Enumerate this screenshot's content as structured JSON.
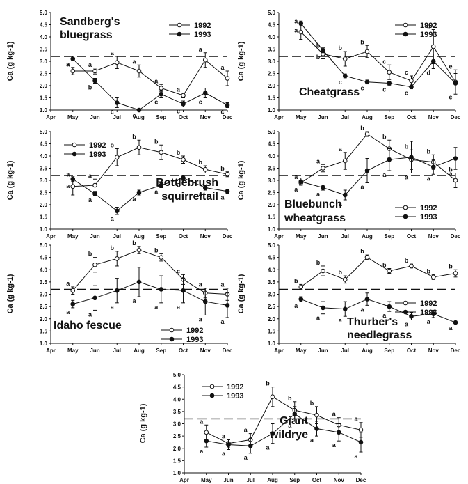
{
  "chart_data": [
    {
      "type": "line",
      "title": [
        "Sandberg's",
        "bluegrass"
      ],
      "ylabel": "Ca (g kg-1)",
      "ylim": [
        1.0,
        5.0
      ],
      "yticks": [
        "1.0",
        "1.5",
        "2.0",
        "2.5",
        "3.0",
        "3.5",
        "4.0",
        "4.5",
        "5.0"
      ],
      "months": [
        "Apr",
        "May",
        "Jun",
        "Jul",
        "Aug",
        "Sep",
        "Oct",
        "Nov",
        "Dec"
      ],
      "reference_line": 3.2,
      "legend_labels": [
        "1992",
        "1993"
      ],
      "series": [
        {
          "name": "1992",
          "marker": "open",
          "values": [
            2.6,
            2.6,
            2.95,
            2.6,
            1.9,
            1.6,
            3.05,
            2.3
          ],
          "errors": [
            0.15,
            0.12,
            0.25,
            0.25,
            0.15,
            0.1,
            0.3,
            0.3
          ],
          "labels": [
            "a",
            "a",
            "a",
            "a",
            "a",
            "a",
            "a",
            "a"
          ]
        },
        {
          "name": "1993",
          "marker": "filled",
          "values": [
            3.1,
            2.2,
            1.3,
            1.0,
            1.65,
            1.25,
            1.7,
            1.2
          ],
          "errors": [
            0.05,
            0.1,
            0.2,
            0.05,
            0.15,
            0.12,
            0.2,
            0.1
          ],
          "labels": [
            "a",
            "b",
            "c",
            "c",
            "c",
            "c",
            "c",
            "c"
          ]
        }
      ]
    },
    {
      "type": "line",
      "title": [
        "Cheatgrass"
      ],
      "ylabel": "Ca (g kg-1)",
      "ylim": [
        1.0,
        5.0
      ],
      "yticks": [
        "1.0",
        "1.5",
        "2.0",
        "2.5",
        "3.0",
        "3.5",
        "4.0",
        "4.5",
        "5.0"
      ],
      "months": [
        "Apr",
        "May",
        "Jun",
        "Jul",
        "Aug",
        "Sep",
        "Oct",
        "Nov",
        "Dec"
      ],
      "reference_line": 3.2,
      "legend_labels": [
        "1992",
        "1993"
      ],
      "series": [
        {
          "name": "1992",
          "marker": "open",
          "values": [
            4.2,
            3.3,
            3.1,
            3.4,
            2.55,
            2.2,
            3.6,
            2.15
          ],
          "errors": [
            0.3,
            0.2,
            0.3,
            0.25,
            0.3,
            0.2,
            0.7,
            0.5
          ],
          "labels": [
            "a",
            "b",
            "b",
            "b",
            "c",
            "c",
            "d",
            "e"
          ]
        },
        {
          "name": "1993",
          "marker": "filled",
          "values": [
            4.55,
            3.45,
            2.4,
            2.15,
            2.1,
            1.95,
            3.0,
            2.1
          ],
          "errors": [
            0.1,
            0.1,
            0.08,
            0.08,
            0.08,
            0.08,
            0.3,
            0.4
          ],
          "labels": [
            "a",
            "b",
            "c",
            "c",
            "c",
            "c",
            "d",
            "e"
          ]
        }
      ]
    },
    {
      "type": "line",
      "title": [
        "Bottlebrush",
        "squirreltail"
      ],
      "ylabel": "Ca (g kg-1)",
      "ylim": [
        1.0,
        5.0
      ],
      "yticks": [
        "1.0",
        "1.5",
        "2.0",
        "2.5",
        "3.0",
        "3.5",
        "4.0",
        "4.5",
        "5.0"
      ],
      "months": [
        "Apr",
        "May",
        "Jun",
        "Jul",
        "Aug",
        "Sep",
        "Oct",
        "Nov",
        "Dec"
      ],
      "reference_line": 3.2,
      "legend_labels": [
        "1992",
        "1993"
      ],
      "series": [
        {
          "name": "1992",
          "marker": "open",
          "values": [
            2.75,
            2.8,
            3.95,
            4.35,
            4.15,
            3.85,
            3.45,
            3.25
          ],
          "errors": [
            0.35,
            0.25,
            0.35,
            0.3,
            0.3,
            0.15,
            0.15,
            0.1
          ],
          "labels": [
            "a",
            "a",
            "b",
            "b",
            "b",
            "b",
            "b",
            "b"
          ]
        },
        {
          "name": "1993",
          "marker": "filled",
          "values": [
            3.05,
            2.45,
            1.75,
            2.5,
            2.8,
            3.1,
            2.7,
            2.55
          ],
          "errors": [
            0.1,
            0.08,
            0.15,
            0.1,
            0.1,
            0.1,
            0.1,
            0.08
          ],
          "labels": [
            "a",
            "a",
            "a",
            "a",
            "a",
            "a",
            "a",
            "a"
          ]
        }
      ]
    },
    {
      "type": "line",
      "title": [
        "Bluebunch",
        "wheatgrass"
      ],
      "ylabel": "Ca (g kg-1)",
      "ylim": [
        1.0,
        5.0
      ],
      "yticks": [
        "1.0",
        "1.5",
        "2.0",
        "2.5",
        "3.0",
        "3.5",
        "4.0",
        "4.5",
        "5.0"
      ],
      "months": [
        "Apr",
        "May",
        "Jun",
        "Jul",
        "Aug",
        "Sep",
        "Oct",
        "Nov",
        "Dec"
      ],
      "reference_line": 3.2,
      "legend_labels": [
        "1992",
        "1993"
      ],
      "series": [
        {
          "name": "1992",
          "marker": "open",
          "values": [
            2.9,
            3.5,
            3.8,
            4.9,
            4.3,
            3.85,
            3.75,
            3.0
          ],
          "errors": [
            0.1,
            0.15,
            0.35,
            0.1,
            0.35,
            0.4,
            0.3,
            0.3
          ],
          "labels": [
            "a",
            "a",
            "a",
            "b",
            "b",
            "b",
            "b",
            "b"
          ]
        },
        {
          "name": "1993",
          "marker": "filled",
          "values": [
            2.95,
            2.7,
            2.4,
            3.4,
            3.85,
            3.95,
            3.55,
            3.9
          ],
          "errors": [
            0.15,
            0.1,
            0.2,
            0.5,
            0.45,
            0.65,
            0.3,
            0.45
          ],
          "labels": [
            "a",
            "a",
            "a",
            "a",
            "a",
            "a",
            "a",
            "a"
          ]
        }
      ]
    },
    {
      "type": "line",
      "title": [
        "Idaho fescue"
      ],
      "ylabel": "Ca (g kg-1)",
      "ylim": [
        1.0,
        5.0
      ],
      "yticks": [
        "1.0",
        "1.5",
        "2.0",
        "2.5",
        "3.0",
        "3.5",
        "4.0",
        "4.5",
        "5.0"
      ],
      "months": [
        "Apr",
        "May",
        "Jun",
        "Jul",
        "Aug",
        "Sep",
        "Oct",
        "Nov",
        "Dec"
      ],
      "reference_line": 3.2,
      "legend_labels": [
        "1992",
        "1993"
      ],
      "series": [
        {
          "name": "1992",
          "marker": "open",
          "values": [
            3.15,
            4.2,
            4.45,
            4.8,
            4.5,
            3.6,
            3.05,
            3.0
          ],
          "errors": [
            0.15,
            0.3,
            0.3,
            0.15,
            0.15,
            0.2,
            0.2,
            0.25
          ],
          "labels": [
            "a",
            "b",
            "b",
            "b",
            "b",
            "c",
            "a",
            "a"
          ]
        },
        {
          "name": "1993",
          "marker": "filled",
          "values": [
            2.6,
            2.85,
            3.15,
            3.5,
            3.2,
            3.15,
            2.7,
            2.55
          ],
          "errors": [
            0.15,
            0.5,
            0.5,
            0.6,
            0.55,
            0.5,
            0.55,
            0.5
          ],
          "labels": [
            "a",
            "a",
            "a",
            "a",
            "a",
            "a",
            "a",
            "a"
          ]
        }
      ]
    },
    {
      "type": "line",
      "title": [
        "Thurber's",
        "needlegrass"
      ],
      "ylabel": "Ca (g kg-1)",
      "ylim": [
        1.0,
        5.0
      ],
      "yticks": [
        "1.0",
        "1.5",
        "2.0",
        "2.5",
        "3.0",
        "3.5",
        "4.0",
        "4.5",
        "5.0"
      ],
      "months": [
        "Apr",
        "May",
        "Jun",
        "Jul",
        "Aug",
        "Sep",
        "Oct",
        "Nov",
        "Dec"
      ],
      "reference_line": 3.2,
      "legend_labels": [
        "1992",
        "1993"
      ],
      "series": [
        {
          "name": "1992",
          "marker": "open",
          "values": [
            3.3,
            3.95,
            3.6,
            4.5,
            3.95,
            4.15,
            3.7,
            3.85
          ],
          "errors": [
            0.1,
            0.2,
            0.15,
            0.1,
            0.1,
            0.08,
            0.1,
            0.15
          ],
          "labels": [
            "b",
            "b",
            "b",
            "b",
            "b",
            "b",
            "b",
            "b"
          ]
        },
        {
          "name": "1993",
          "marker": "filled",
          "values": [
            2.8,
            2.45,
            2.4,
            2.8,
            2.5,
            2.1,
            2.2,
            1.85
          ],
          "errors": [
            0.1,
            0.25,
            0.3,
            0.25,
            0.2,
            0.15,
            0.15,
            0.05
          ],
          "labels": [
            "a",
            "a",
            "a",
            "a",
            "a",
            "a",
            "a",
            "a"
          ]
        }
      ]
    },
    {
      "type": "line",
      "title": [
        "Giant",
        "wildrye"
      ],
      "ylabel": "Ca (g kg-1)",
      "ylim": [
        1.0,
        5.0
      ],
      "yticks": [
        "1.0",
        "1.5",
        "2.0",
        "2.5",
        "3.0",
        "3.5",
        "4.0",
        "4.5",
        "5.0"
      ],
      "months": [
        "Apr",
        "May",
        "Jun",
        "Jul",
        "Aug",
        "Sep",
        "Oct",
        "Nov",
        "Dec"
      ],
      "reference_line": 3.2,
      "legend_labels": [
        "1992",
        "1993"
      ],
      "series": [
        {
          "name": "1992",
          "marker": "open",
          "values": [
            2.65,
            2.2,
            2.35,
            4.1,
            3.55,
            3.35,
            2.95,
            2.75
          ],
          "errors": [
            0.3,
            0.15,
            0.25,
            0.4,
            0.35,
            0.35,
            0.3,
            0.3
          ],
          "labels": [
            "a",
            "a",
            "a",
            "b",
            "b",
            "b",
            "a",
            "a"
          ]
        },
        {
          "name": "1993",
          "marker": "filled",
          "values": [
            2.3,
            2.15,
            2.1,
            2.6,
            3.4,
            2.8,
            2.65,
            2.25
          ],
          "errors": [
            0.25,
            0.2,
            0.3,
            0.4,
            0.3,
            0.3,
            0.35,
            0.4
          ],
          "labels": [
            "a",
            "a",
            "a",
            "a",
            "a",
            "a",
            "a",
            "a"
          ]
        }
      ]
    }
  ]
}
